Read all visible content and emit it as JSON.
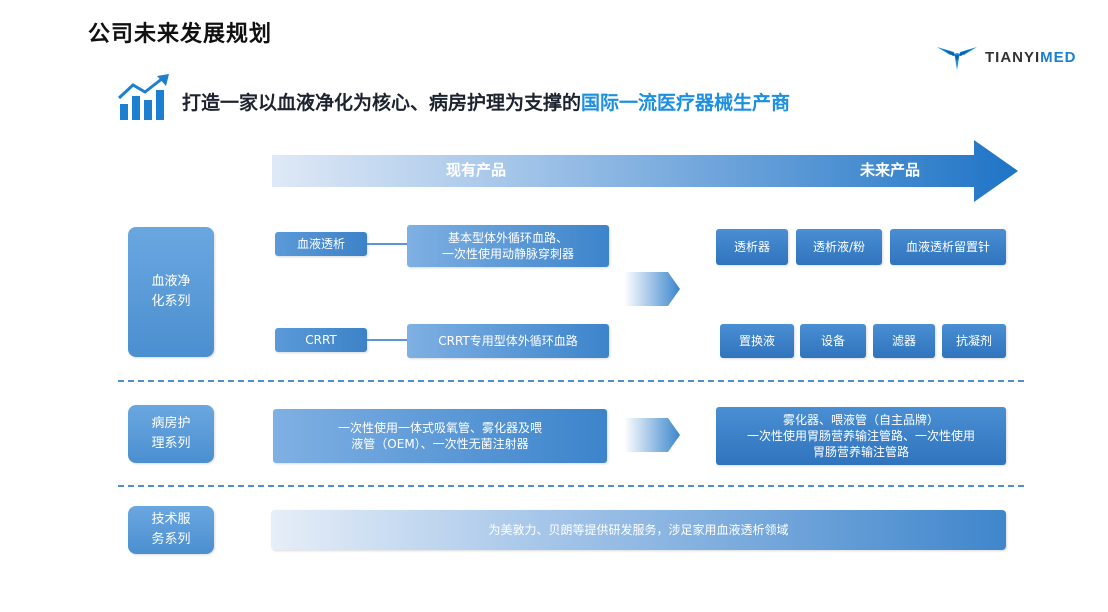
{
  "title": "公司未来发展规划",
  "logo": {
    "text_a": "TIANYI",
    "text_b": "MED"
  },
  "subtitle": {
    "lead": "打造一家以血液净化为核心、病房护理为支撑的",
    "highlight": "国际一流医疗器械生产商"
  },
  "banner": {
    "left": "现有产品",
    "right": "未来产品"
  },
  "categories": {
    "blood": "血液净化系列",
    "ward": "病房护理系列",
    "tech": "技术服务系列"
  },
  "blood": {
    "row1_label": "血液透析",
    "row1_current": "基本型体外循环血路、\n一次性使用动静脉穿刺器",
    "row1_future": [
      "透析器",
      "透析液/粉",
      "血液透析留置针"
    ],
    "row2_label": "CRRT",
    "row2_current": "CRRT专用型体外循环血路",
    "row2_future": [
      "置换液",
      "设备",
      "滤器",
      "抗凝剂"
    ]
  },
  "ward": {
    "current": "一次性使用一体式吸氧管、雾化器及喂\n液管（OEM）、一次性无菌注射器",
    "future": "雾化器、喂液管（自主品牌）\n一次性使用胃肠营养输注管路、一次性使用\n胃肠营养输注管路"
  },
  "tech": {
    "text": "为美敦力、贝朗等提供研发服务，涉足家用血液透析领域"
  },
  "colors": {
    "accent": "#1c8fe0",
    "box": "#3b82c8",
    "dash": "#4f8fcc"
  },
  "icons": {
    "trend": "trend-chart-icon",
    "logo": "tianyi-bird-logo-icon",
    "chevron": "chevron-right-icon"
  }
}
